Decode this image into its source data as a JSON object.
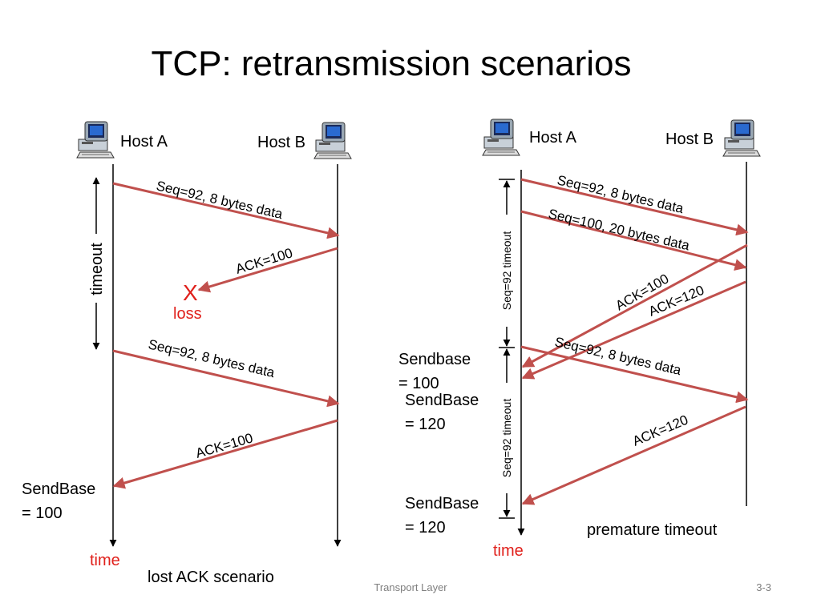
{
  "title": "TCP: retransmission scenarios",
  "left": {
    "host_a": "Host A",
    "host_b": "Host B",
    "msg1": "Seq=92, 8 bytes data",
    "ack1": "ACK=100",
    "loss_mark": "X",
    "loss": "loss",
    "timeout": "timeout",
    "msg2": "Seq=92, 8 bytes data",
    "ack2": "ACK=100",
    "sendbase_l1": "SendBase",
    "sendbase_l2": "= 100",
    "time": "time",
    "caption": "lost ACK scenario"
  },
  "right": {
    "host_a": "Host A",
    "host_b": "Host B",
    "msg1": "Seq=92, 8 bytes data",
    "msg2": "Seq=100, 20 bytes data",
    "ack1": "ACK=100",
    "ack2": "ACK=120",
    "timeout1": "Seq=92 timeout",
    "timeout2": "Seq=92 timeout",
    "msg3": "Seq=92, 8 bytes data",
    "ack3": "ACK=120",
    "sb1_l1": "Sendbase",
    "sb1_l2": "= 100",
    "sb2_l1": "SendBase",
    "sb2_l2": "= 120",
    "sb3_l1": "SendBase",
    "sb3_l2": "= 120",
    "time": "time",
    "caption": "premature timeout"
  },
  "footer": {
    "center": "Transport Layer",
    "page": "3-3"
  },
  "colors": {
    "arrow": "#c0504d",
    "loss": "#e0201b",
    "time": "#e0201b"
  },
  "icons": [
    "computer-icon"
  ]
}
